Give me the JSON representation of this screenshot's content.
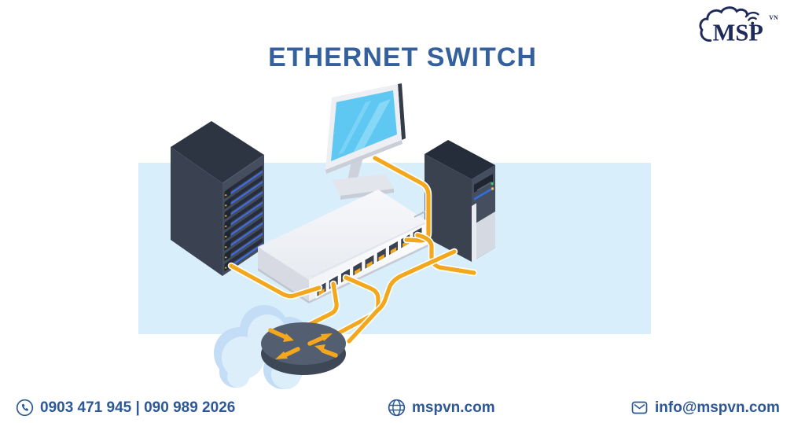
{
  "title": "ETHERNET SWITCH",
  "logo": {
    "brand": "MSP",
    "superscript": "VN"
  },
  "footer": {
    "phones": "0903 471 945  | 090 989 2026",
    "website": "mspvn.com",
    "email": "info@mspvn.com"
  },
  "diagram": {
    "devices": [
      "server-rack",
      "monitor",
      "desktop-pc",
      "ethernet-switch",
      "router",
      "cloud"
    ],
    "switch_port_count": 9,
    "connected_ports": [
      1,
      2,
      3,
      8,
      9
    ]
  },
  "colors": {
    "title_blue": "#34619D",
    "footer_blue": "#2D5897",
    "logo_navy": "#1D2A5A",
    "cable_yellow": "#F2A71C",
    "band_blue": "#D9EEFB",
    "device_dark": "#3A4251",
    "led_blue": "#3E6EF2"
  }
}
